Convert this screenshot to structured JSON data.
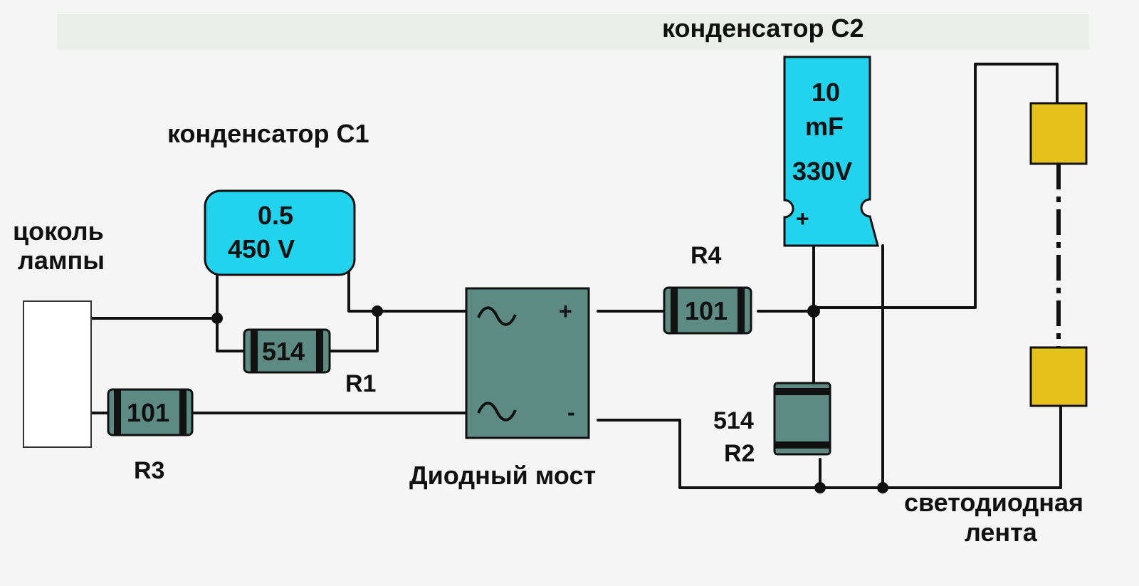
{
  "labels": {
    "c1_title": "конденсатор С1",
    "c2_title": "конденсатор С2",
    "socket_line1": "цоколь",
    "socket_line2": "лампы",
    "bridge_label": "Диодный мост",
    "strip_line1": "светодиодная",
    "strip_line2": "лента",
    "r1_name": "R1",
    "r2_name": "R2",
    "r3_name": "R3",
    "r4_name": "R4"
  },
  "c1": {
    "value": "0.5",
    "voltage": "450 V",
    "color": "#22d3ee"
  },
  "c2": {
    "value_line1": "10",
    "value_line2": "mF",
    "voltage": "330V",
    "plus_mark": "+",
    "color": "#22d3ee"
  },
  "resistors": {
    "r1_code": "514",
    "r2_code": "514",
    "r3_code": "101",
    "r4_code": "101",
    "body_color": "#5e8a84"
  },
  "bridge": {
    "ac_symbol": "~",
    "plus": "+",
    "minus": "-",
    "color": "#5e8a84"
  },
  "led_strip": {
    "led_color": "#e5c21b"
  }
}
